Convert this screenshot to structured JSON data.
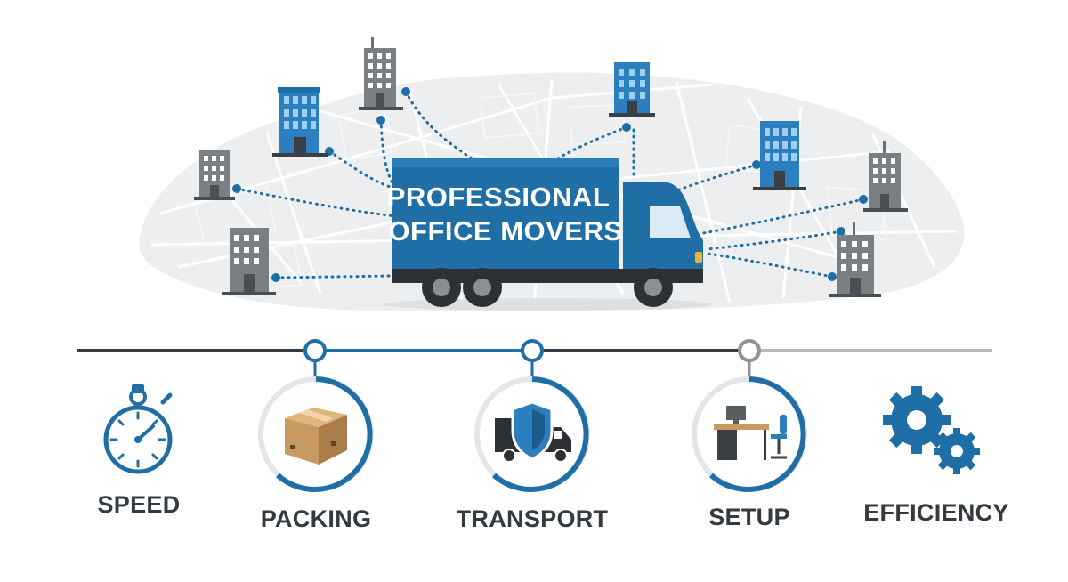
{
  "truck": {
    "line1": "PROFESSIONAL",
    "line2": "OFFICE MOVERS"
  },
  "features": [
    {
      "label": "SPEED",
      "icon": "stopwatch-icon"
    },
    {
      "label": "PACKING",
      "icon": "cardboard-box-icon"
    },
    {
      "label": "TRANSPORT",
      "icon": "truck-shield-icon"
    },
    {
      "label": "SETUP",
      "icon": "office-desk-icon"
    },
    {
      "label": "EFFICIENCY",
      "icon": "gears-icon"
    }
  ],
  "colors": {
    "brand_blue": "#1f6fa6",
    "dark_gray": "#3a3f44",
    "map_gray": "#e6e8ea",
    "box_tan": "#c89a62"
  }
}
